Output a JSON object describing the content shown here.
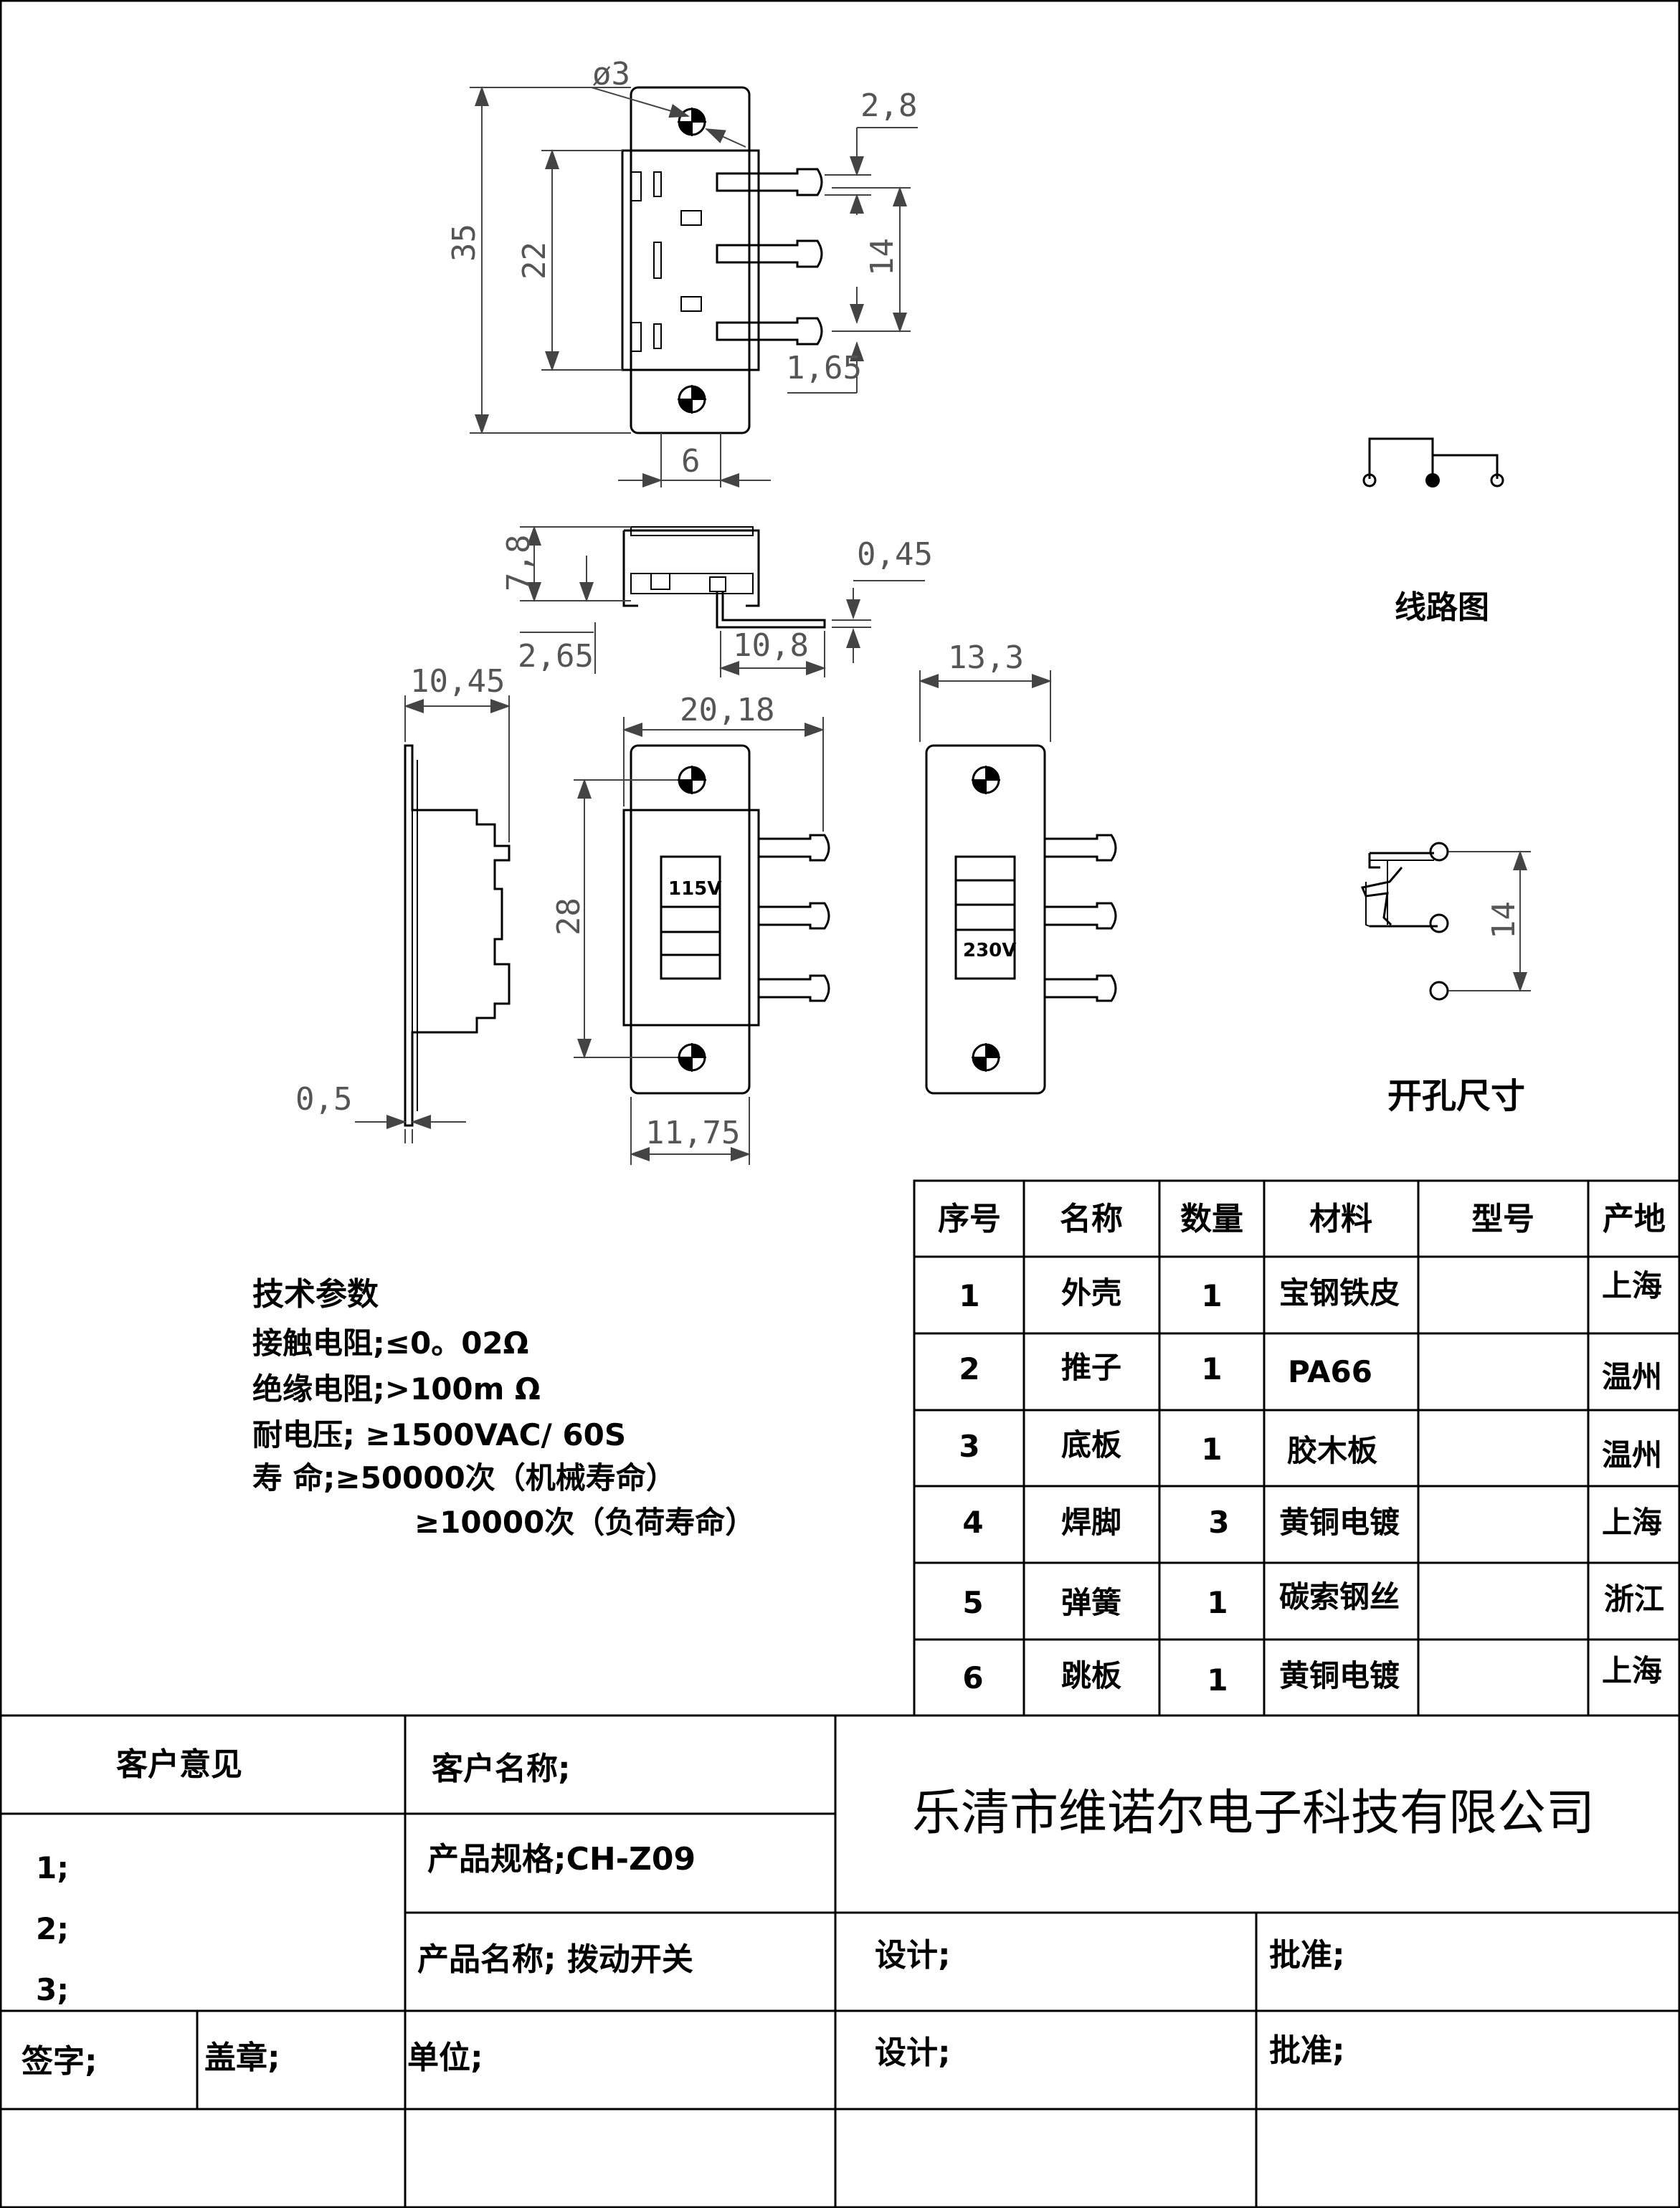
{
  "dimensions": {
    "hole": "ø3",
    "d2_8": "2,8",
    "d35": "35",
    "d22": "22",
    "d14": "14",
    "d1_65": "1,65",
    "d6": "6",
    "d7_8": "7,8",
    "d0_45": "0,45",
    "d2_65": "2,65",
    "d10_8": "10,8",
    "d10_45": "10,45",
    "d20_18": "20,18",
    "d13_3": "13,3",
    "d28": "28",
    "d0_5": "0,5",
    "d11_75": "11,75",
    "cut14": "14"
  },
  "switch_labels": {
    "front": "115V",
    "back": "230V"
  },
  "circuit_title": "线路图",
  "cutout_title": "开孔尺寸",
  "tech": {
    "title": "技术参数",
    "lines": [
      "接触电阻;≤0。02Ω",
      "绝缘电阻;>100m Ω",
      "耐电压;  ≥1500VAC/ 60S",
      "寿    命;≥50000次（机械寿命）",
      "≥10000次（负荷寿命）"
    ]
  },
  "bom": {
    "headers": [
      "序号",
      "名称",
      "数量",
      "材料",
      "型号",
      "产地"
    ],
    "rows": [
      [
        "1",
        "外壳",
        "1",
        "宝钢铁皮",
        "",
        "上海"
      ],
      [
        "2",
        "推子",
        "1",
        "PA66",
        "",
        "温州"
      ],
      [
        "3",
        "底板",
        "1",
        "胶木板",
        "",
        "温州"
      ],
      [
        "4",
        "焊脚",
        "3",
        "黄铜电镀",
        "",
        "上海"
      ],
      [
        "5",
        "弹簧",
        "1",
        "碳索钢丝",
        "",
        "浙江"
      ],
      [
        "6",
        "跳板",
        "1",
        "黄铜电镀",
        "",
        "上海"
      ]
    ]
  },
  "title_block": {
    "customer_opinion": "客户意见",
    "opinion_items": [
      "1;",
      "2;",
      "3;"
    ],
    "customer_name": "客户名称;",
    "product_spec": "产品规格;CH-Z09",
    "product_name": "产品名称; 拨动开关",
    "company": "乐清市维诺尔电子科技有限公司",
    "design1": "设计;",
    "approve1": "批准;",
    "sign": "签字;",
    "seal": "盖章;",
    "unit": "单位;",
    "design2": "设计;",
    "approve2": "批准;"
  }
}
